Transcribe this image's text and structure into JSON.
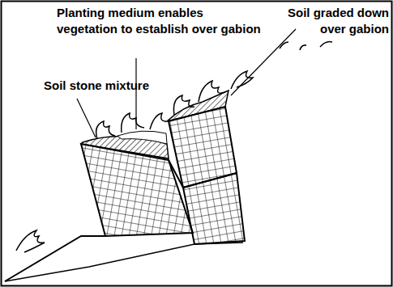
{
  "diagram": {
    "labels": [
      "Planting medium enables vegetation to establish over gabion",
      "Soil graded down over gabion",
      "Soil stone mixture"
    ]
  }
}
